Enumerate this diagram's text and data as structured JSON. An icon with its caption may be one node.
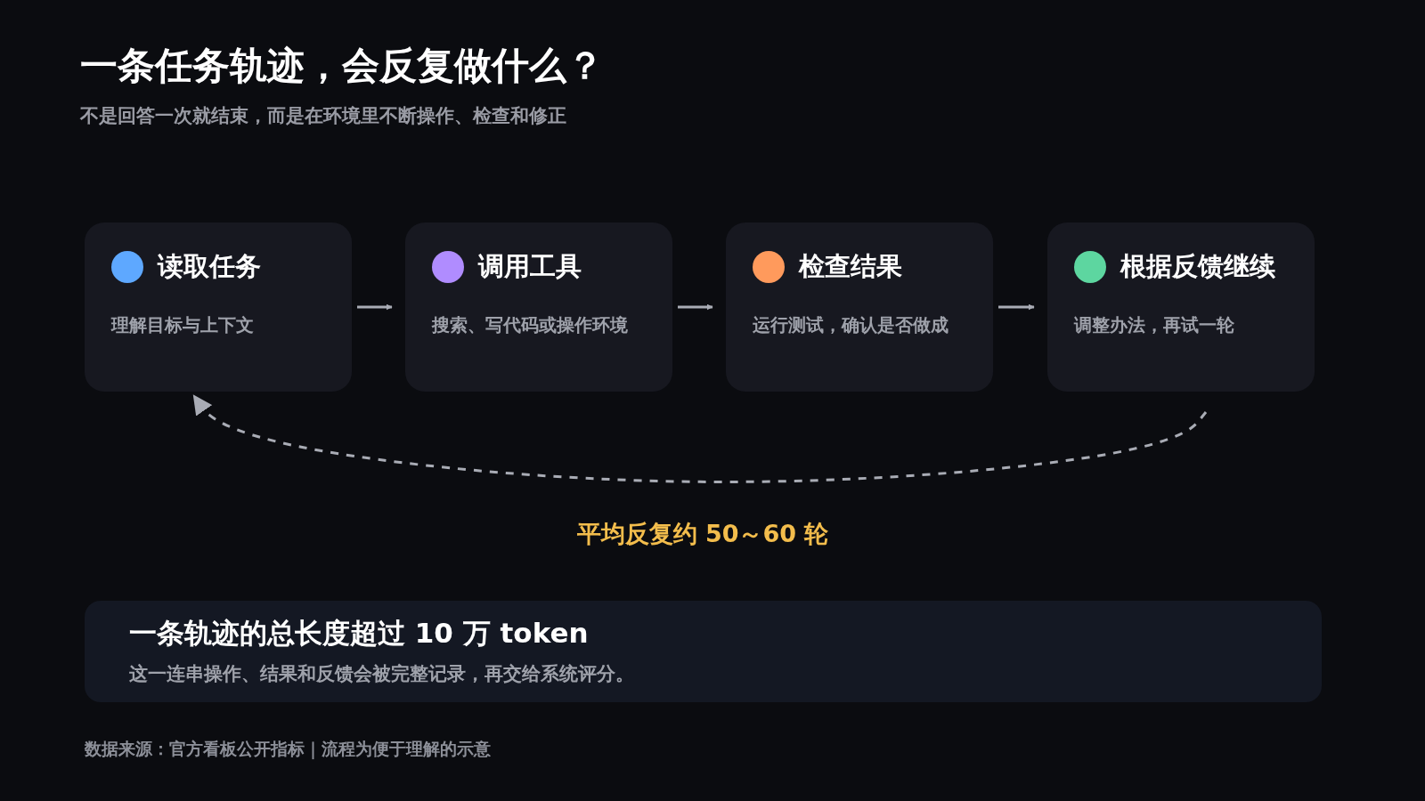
{
  "diagram": {
    "title": "一条任务轨迹，会反复做什么？",
    "nodes": [
      {
        "text": [
          "读取任务",
          "理解目标与上下文"
        ]
      },
      {
        "text": [
          "调用工具",
          "搜索、写代码或操作环境"
        ]
      },
      {
        "text": [
          "检查结果",
          "运行测试，确认是否做成"
        ]
      },
      {
        "text": [
          "根据反馈继续",
          "调整办法，再试一轮"
        ]
      },
      {
        "text": [
          "一条轨迹的总长度超过 10 万 token",
          "这一连串操作、结果和反馈会被完整记录，再交给系统评分。"
        ]
      }
    ],
    "edges": [
      {
        "from": 0,
        "to": 1,
        "arrow": "to"
      },
      {
        "from": 1,
        "to": 2,
        "arrow": "to"
      },
      {
        "from": 2,
        "to": 3,
        "arrow": "to"
      },
      {
        "from": 3,
        "to": 0,
        "arrow": "to",
        "style": "dashed"
      }
    ],
    "labels": [
      "不是回答一次就结束，而是在环境里不断操作、检查和修正",
      "平均反复约 50～60 轮",
      "数据来源：官方看板公开指标｜流程为便于理解的示意"
    ]
  }
}
